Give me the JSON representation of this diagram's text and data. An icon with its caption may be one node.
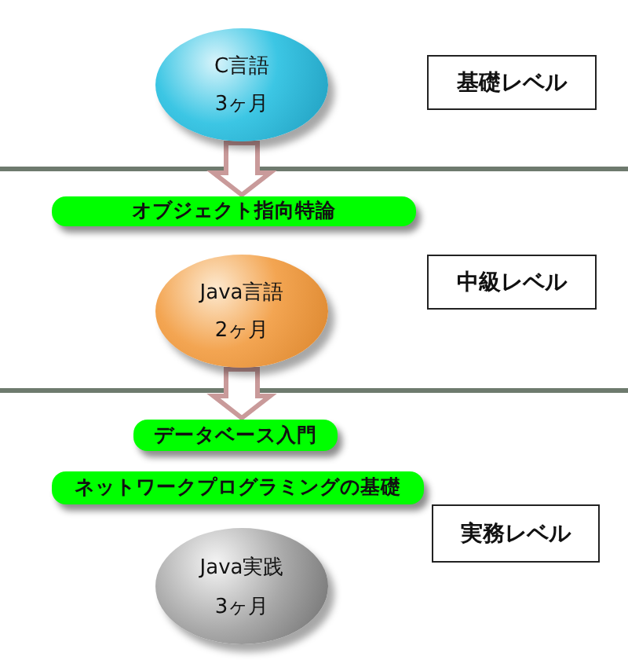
{
  "diagram": {
    "nodes": [
      {
        "text": [
          "C言語",
          "3ヶ月"
        ]
      },
      {
        "text": [
          "基礎レベル"
        ]
      },
      {
        "text": [
          "オブジェクト指向特論"
        ]
      },
      {
        "text": [
          "Java言語",
          "2ヶ月"
        ]
      },
      {
        "text": [
          "中級レベル"
        ]
      },
      {
        "text": [
          "データベース入門"
        ]
      },
      {
        "text": [
          "ネットワークプログラミングの基礎"
        ]
      },
      {
        "text": [
          "実務レベル"
        ]
      },
      {
        "text": [
          "Java実践",
          "3ヶ月"
        ]
      }
    ],
    "edges": [
      {
        "from": 0,
        "to": 2,
        "arrow": "to"
      },
      {
        "from": 3,
        "to": 5,
        "arrow": "to"
      }
    ]
  }
}
